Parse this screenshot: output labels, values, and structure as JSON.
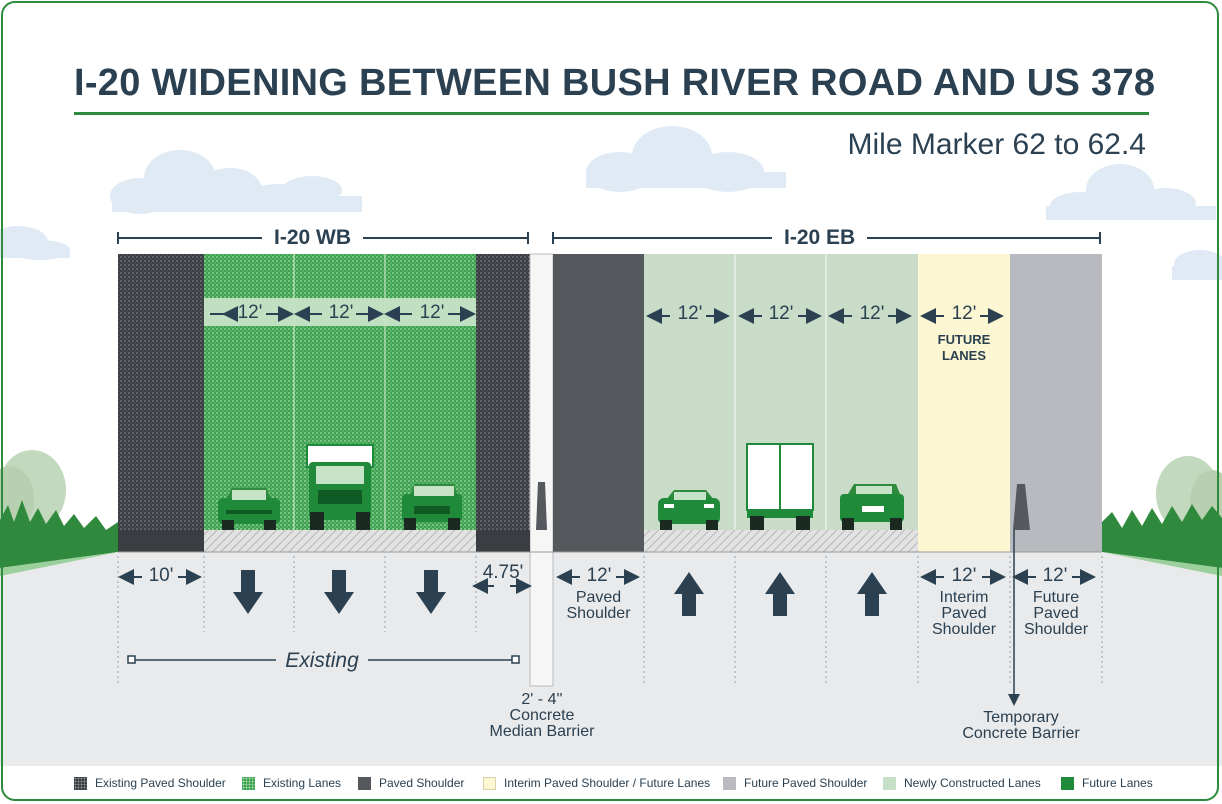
{
  "title": "I-20 WIDENING BETWEEN BUSH RIVER ROAD AND US 378",
  "subtitle": "Mile Marker 62 to 62.4",
  "directions": {
    "wb": "I-20 WB",
    "eb": "I-20 EB"
  },
  "lanes": {
    "wb_lane_1": "12'",
    "wb_lane_2": "12'",
    "wb_lane_3": "12'",
    "eb_lane_1": "12'",
    "eb_lane_2": "12'",
    "eb_lane_3": "12'",
    "eb_future_lane": "12'",
    "future_lanes_label": "FUTURE LANES"
  },
  "dimensions": {
    "wb_shoulder": "10'",
    "wb_inside_shoulder": "4.75'",
    "eb_inside_shoulder": "12'",
    "eb_interim_shoulder": "12'",
    "eb_future_shoulder": "12'"
  },
  "labels": {
    "existing": "Existing",
    "paved_shoulder_1": "Paved",
    "paved_shoulder_2": "Shoulder",
    "interim_1": "Interim",
    "interim_2": "Paved",
    "interim_3": "Shoulder",
    "future_1": "Future",
    "future_2": "Paved",
    "future_3": "Shoulder",
    "median_1": "2' - 4''",
    "median_2": "Concrete",
    "median_3": "Median Barrier",
    "temp_1": "Temporary",
    "temp_2": "Concrete Barrier"
  },
  "legend": [
    {
      "label": "Existing Paved Shoulder",
      "color": "#3a3d42"
    },
    {
      "label": "Existing Lanes",
      "color": "#55b466"
    },
    {
      "label": "Paved Shoulder",
      "color": "#55585c"
    },
    {
      "label": "Interim Paved Shoulder / Future Lanes",
      "color": "#fcf6d2"
    },
    {
      "label": "Future Paved Shoulder",
      "color": "#b9bbc0"
    },
    {
      "label": "Newly Constructed Lanes",
      "color": "#c6dfc6"
    },
    {
      "label": "Future Lanes",
      "color": "#1f8a3a"
    }
  ],
  "colors": {
    "title": "#2b4152",
    "accent": "#2e8b3e",
    "newly_constructed": "#c8dcc8",
    "interim": "#fcf6d2",
    "future_shoulder": "#b8babf",
    "paved_shoulder": "#55585c",
    "vehicle": "#1f8a3a"
  }
}
